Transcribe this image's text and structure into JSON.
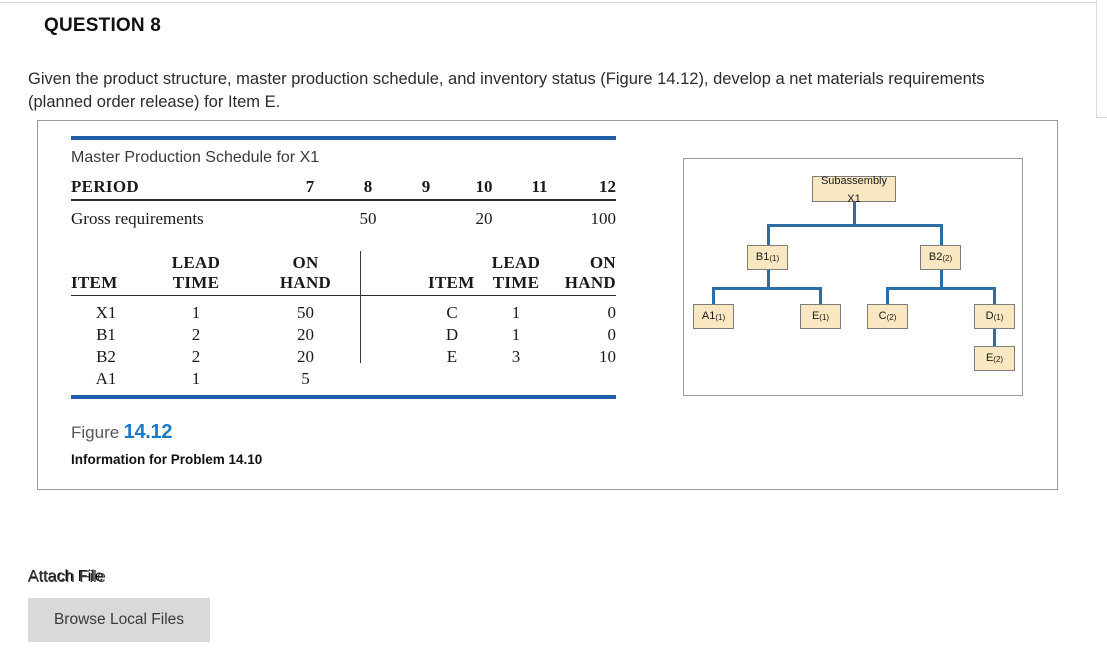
{
  "question": {
    "heading": "QUESTION 8",
    "body": "Given the product structure, master production schedule, and inventory status (Figure 14.12), develop a net materials requirements (planned order release) for Item E."
  },
  "figure": {
    "mps_title": "Master Production Schedule for X1",
    "period_label": "PERIOD",
    "periods": [
      "7",
      "8",
      "9",
      "10",
      "11",
      "12"
    ],
    "gross_requirements_label": "Gross requirements",
    "gross_requirements": [
      "",
      "50",
      "",
      "20",
      "",
      "100"
    ],
    "inventory_headers": {
      "item": "ITEM",
      "lead_line1": "LEAD",
      "lead_line2": "TIME",
      "onhand_line1": "ON",
      "onhand_line2": "HAND"
    },
    "inventory_left": [
      {
        "item": "X1",
        "lead_time": "1",
        "on_hand": "50"
      },
      {
        "item": "B1",
        "lead_time": "2",
        "on_hand": "20"
      },
      {
        "item": "B2",
        "lead_time": "2",
        "on_hand": "20"
      },
      {
        "item": "A1",
        "lead_time": "1",
        "on_hand": "5"
      }
    ],
    "inventory_right": [
      {
        "item": "C",
        "lead_time": "1",
        "on_hand": "0"
      },
      {
        "item": "D",
        "lead_time": "1",
        "on_hand": "0"
      },
      {
        "item": "E",
        "lead_time": "3",
        "on_hand": "10"
      }
    ],
    "caption_figure_word": "Figure",
    "caption_number": "14.12",
    "caption_subtitle": "Information for Problem 14.10",
    "accent_blue": "#1f5fa9",
    "caption_number_color": "#1c7ac7",
    "node_fill": "#f9e7c2",
    "node_border": "#7d7d7d",
    "connector_color": "#2e6da4"
  },
  "product_structure": {
    "nodes": {
      "root": {
        "line1": "Subassembly",
        "line2": "X1",
        "qty": ""
      },
      "b1": {
        "label": "B1",
        "qty": "(1)"
      },
      "b2": {
        "label": "B2",
        "qty": "(2)"
      },
      "a1": {
        "label": "A1",
        "qty": "(1)"
      },
      "e1": {
        "label": "E",
        "qty": "(1)"
      },
      "c": {
        "label": "C",
        "qty": "(2)"
      },
      "d": {
        "label": "D",
        "qty": "(1)"
      },
      "e2": {
        "label": "E",
        "qty": "(2)"
      }
    }
  },
  "attach": {
    "label": "Attach File",
    "browse_button": "Browse Local Files"
  }
}
